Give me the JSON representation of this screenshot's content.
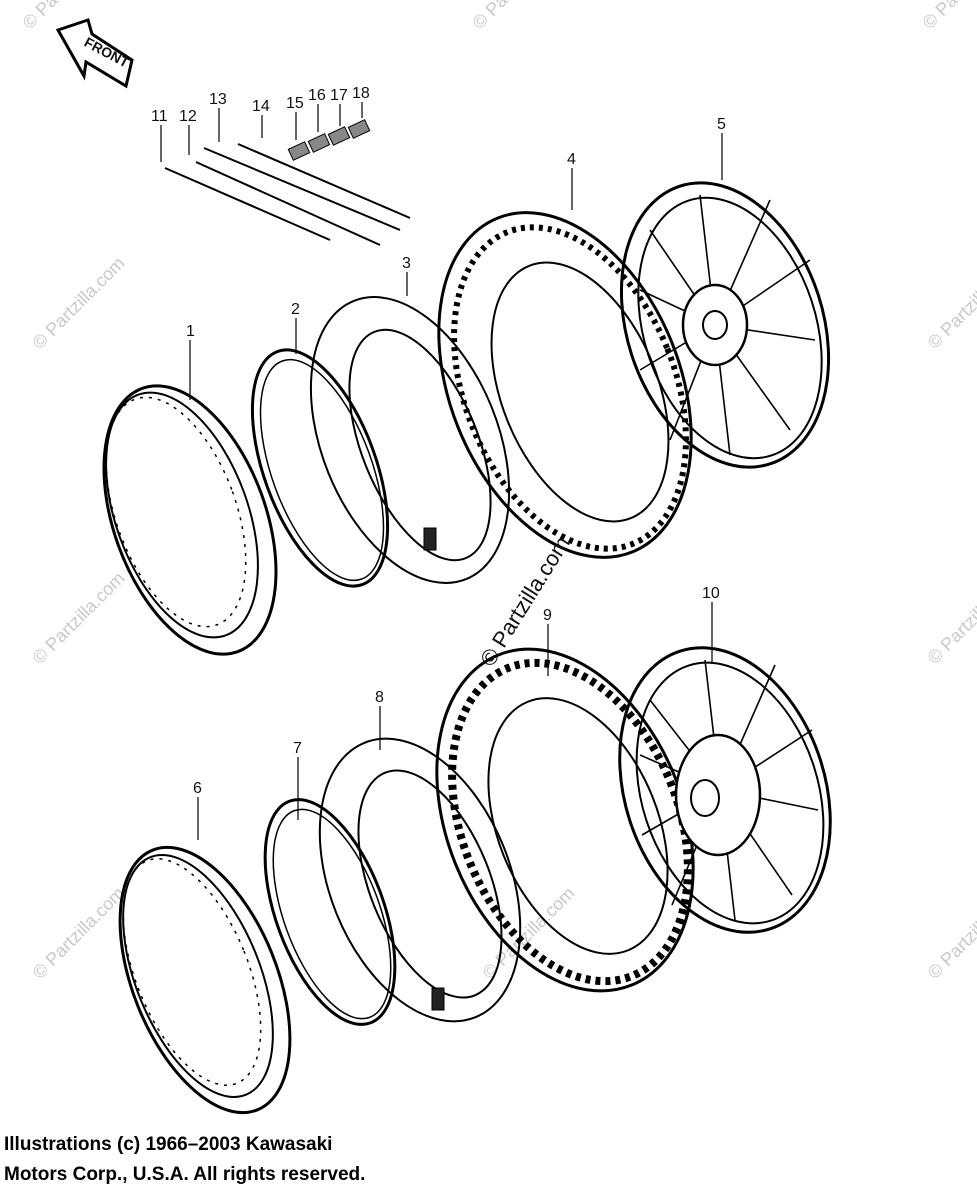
{
  "front_label": "FRONT",
  "watermark": "© Partzilla.com",
  "callouts": {
    "c1": "1",
    "c2": "2",
    "c3": "3",
    "c4": "4",
    "c5": "5",
    "c6": "6",
    "c7": "7",
    "c8": "8",
    "c9": "9",
    "c10": "10",
    "c11": "11",
    "c12": "12",
    "c13": "13",
    "c14": "14",
    "c15": "15",
    "c16": "16",
    "c17": "17",
    "c18": "18"
  },
  "copyright": {
    "line1": "Illustrations (c) 1966–2003 Kawasaki",
    "line2": "Motors Corp., U.S.A.  All rights reserved."
  }
}
